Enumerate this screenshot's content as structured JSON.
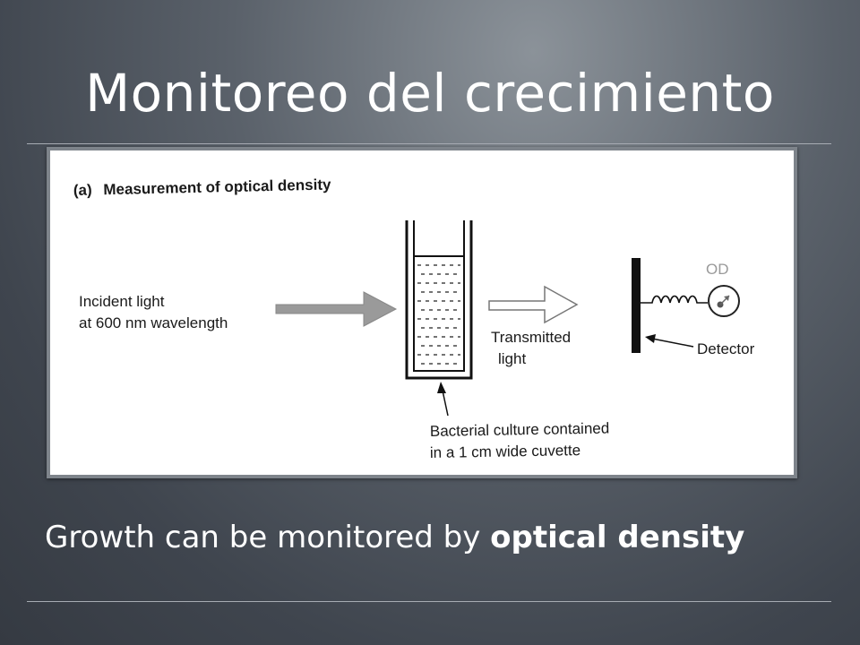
{
  "slide": {
    "title": "Monitoreo del crecimiento",
    "caption_prefix": "Growth can be monitored by ",
    "caption_emphasis": "optical density"
  },
  "figure": {
    "panel_label": "(a)",
    "heading": "Measurement of optical density",
    "incident_line1": "Incident light",
    "incident_line2": "at 600 nm wavelength",
    "transmitted_line1": "Transmitted",
    "transmitted_line2": "light",
    "meter_label": "OD",
    "detector_label": "Detector",
    "culture_line1": "Bacterial culture contained",
    "culture_line2": "in a 1 cm wide cuvette"
  }
}
